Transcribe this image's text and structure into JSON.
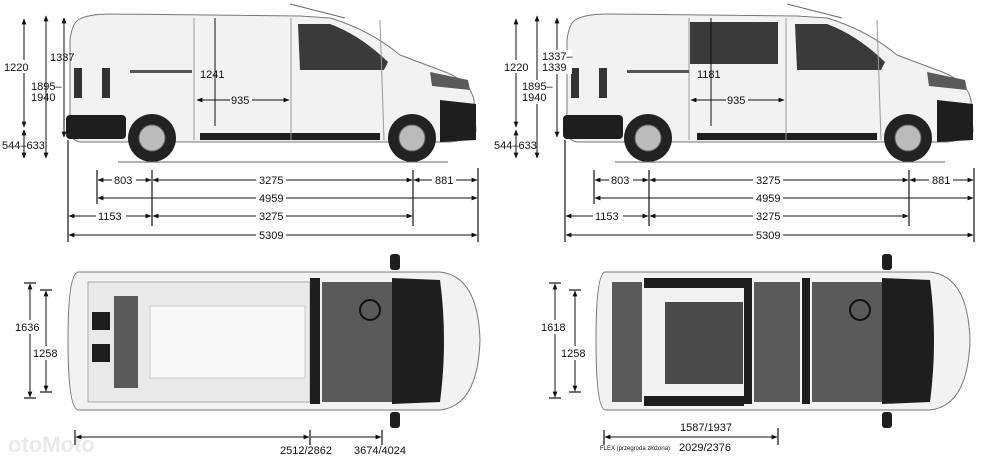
{
  "watermark": "otoMoto",
  "van_left": {
    "side": {
      "load_height": "1220",
      "overall_height": "1895–",
      "overall_height_2": "1940",
      "cargo_height": "1337",
      "sill_height": "544–633",
      "side_door_height": "1241",
      "side_door_width": "935",
      "rear_overhang": "803",
      "wheelbase": "3275",
      "front_overhang": "881",
      "length_short": "4959",
      "rear_overhang_long": "1153",
      "wheelbase_2": "3275",
      "length_long": "5309"
    },
    "top": {
      "cargo_width": "1636",
      "width_between_arches": "1258",
      "floor_length": "2512/2862",
      "floor_length_through": "3674/4024"
    }
  },
  "van_right": {
    "side": {
      "load_height": "1220",
      "overall_height": "1895–",
      "overall_height_2": "1940",
      "cargo_height": "1337–",
      "cargo_height_2": "1339",
      "sill_height": "544–633",
      "side_door_height": "1181",
      "side_door_width": "935",
      "rear_overhang": "803",
      "wheelbase": "3275",
      "front_overhang": "881",
      "length_short": "4959",
      "rear_overhang_long": "1153",
      "wheelbase_2": "3275",
      "length_long": "5309"
    },
    "top": {
      "cargo_width": "1618",
      "width_between_arches": "1258",
      "floor_length": "1587/1937",
      "flex_label": "FLEX (przegroda złożona):",
      "flex_length": "2029/2376"
    }
  }
}
